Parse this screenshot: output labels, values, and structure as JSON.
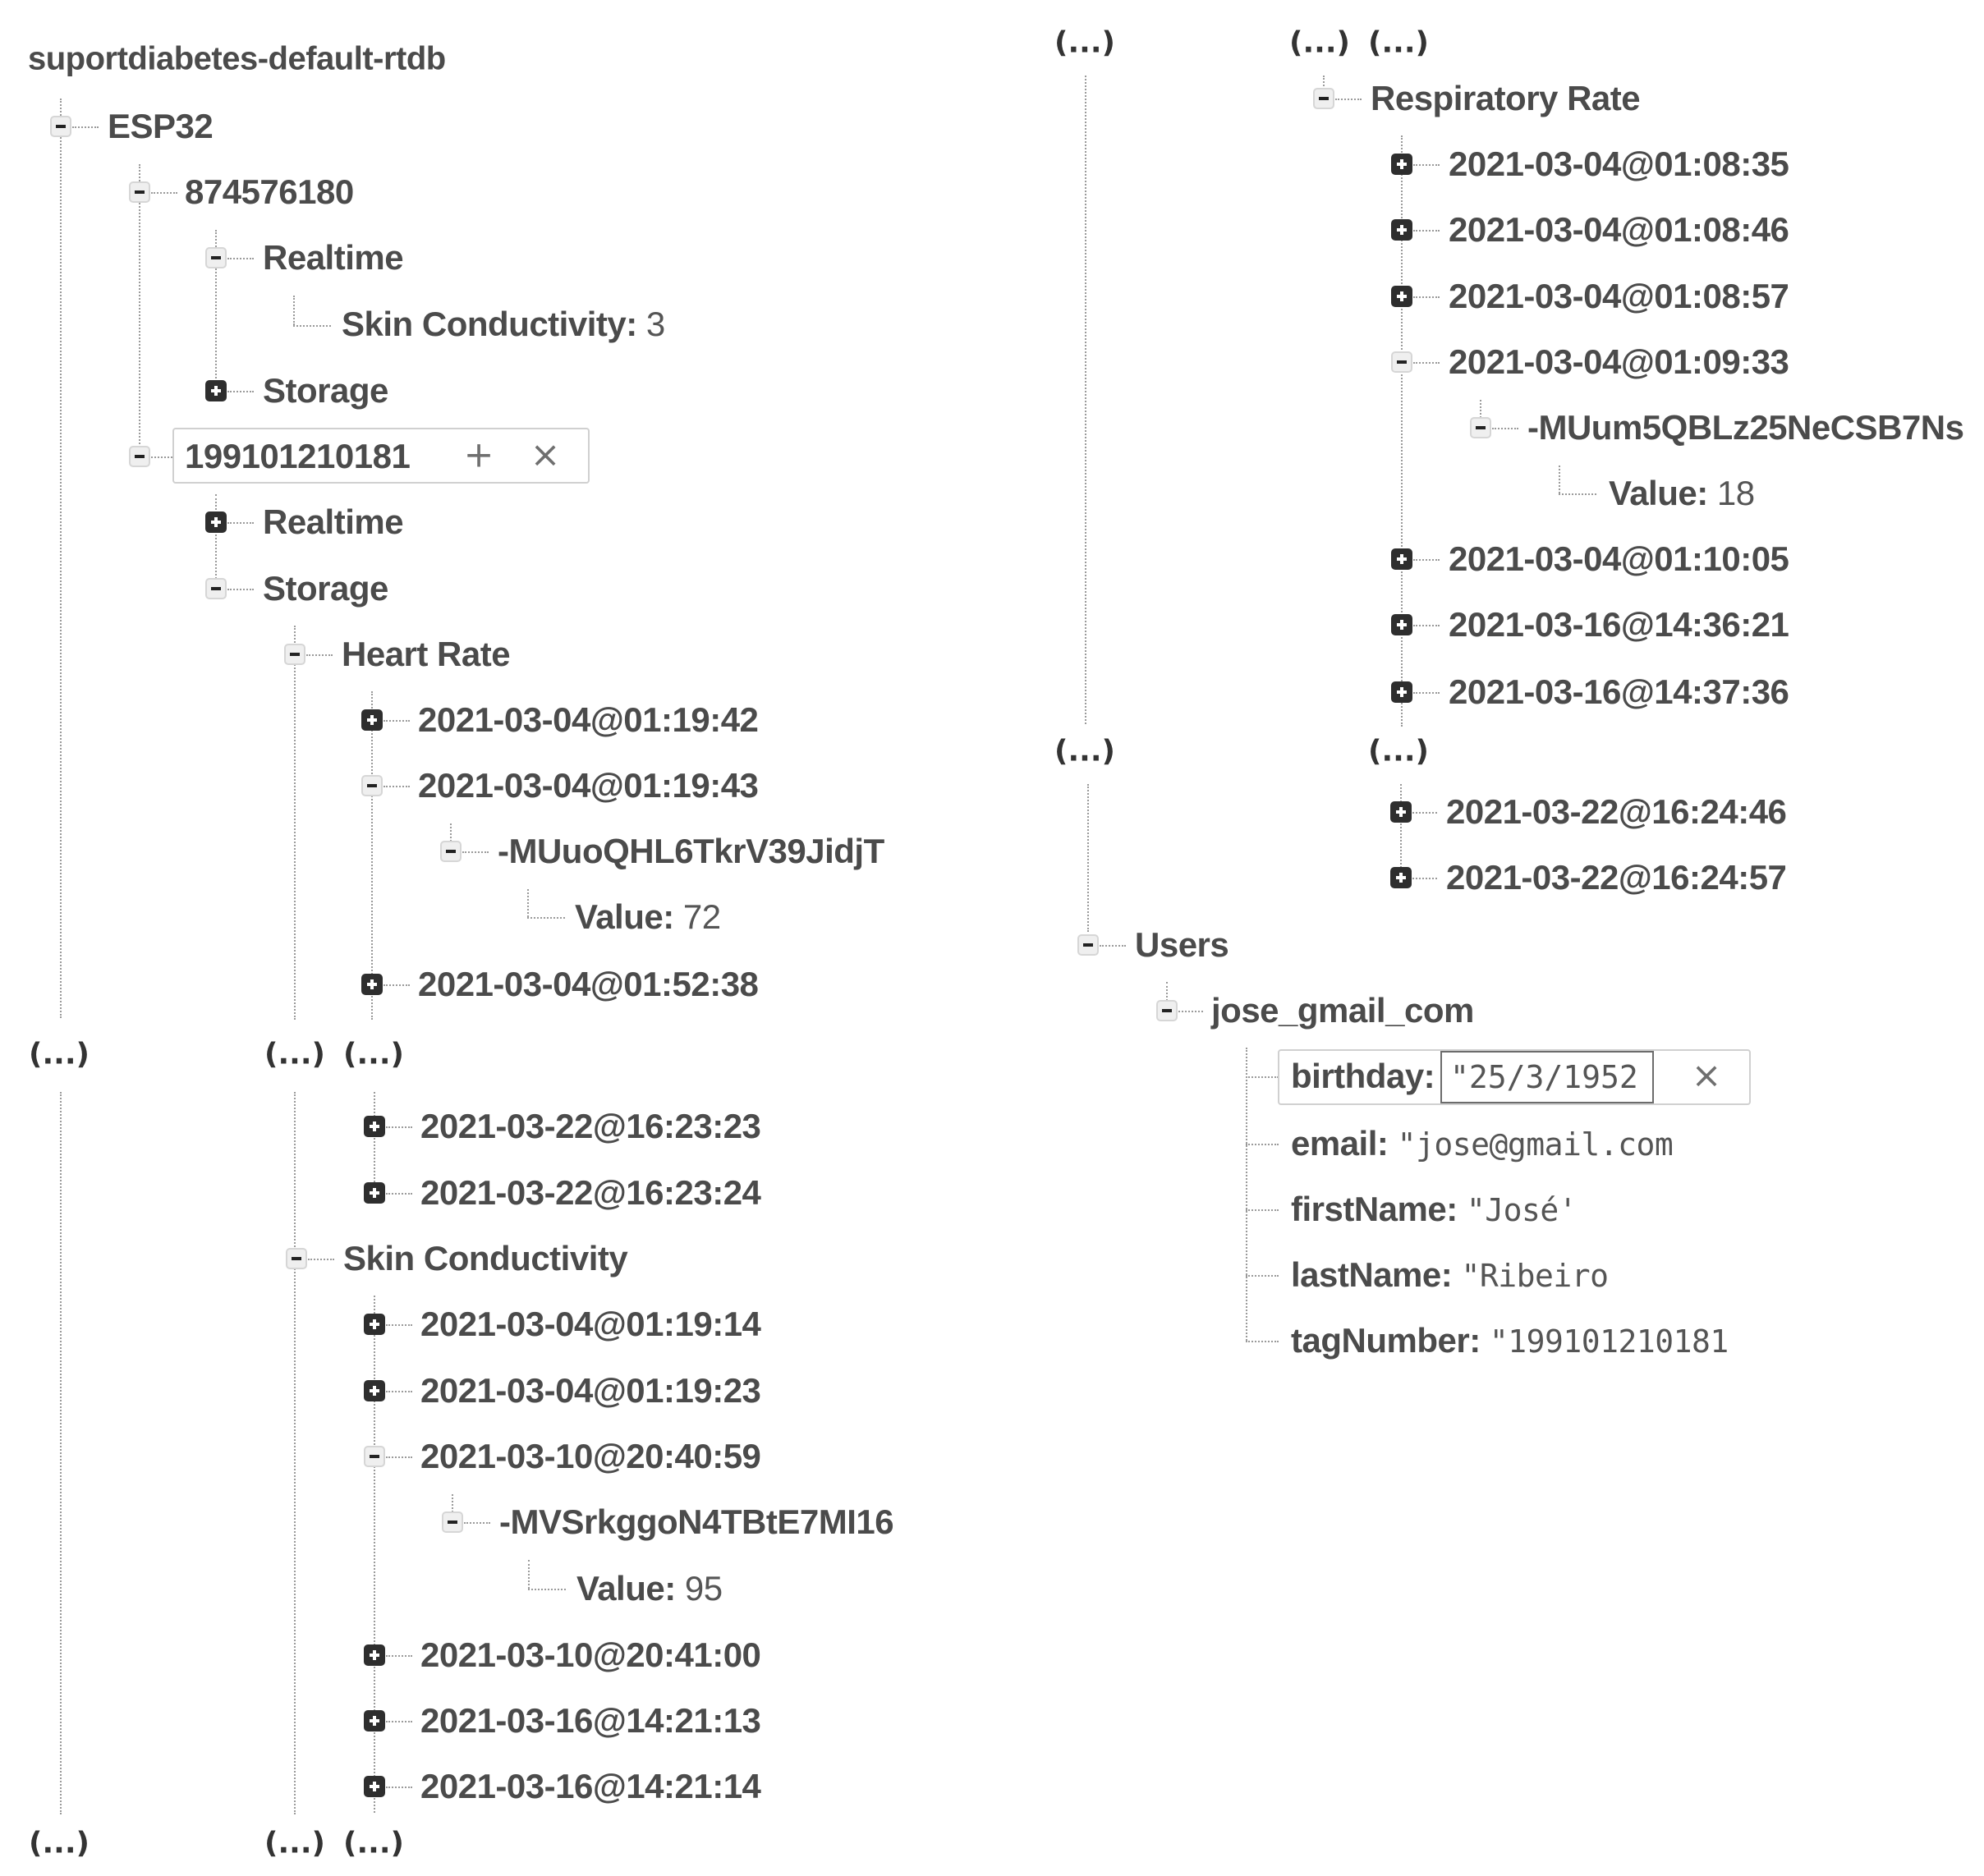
{
  "root": {
    "title": "suportdiabetes-default-rtdb"
  },
  "ellipsis": "(...)",
  "left": {
    "esp32": "ESP32",
    "device1": {
      "id": "874576180",
      "realtime": "Realtime",
      "skin_key": "Skin Conductivity:",
      "skin_value": "3",
      "storage": "Storage"
    },
    "device2": {
      "id": "199101210181",
      "add_icon": "+",
      "remove_icon": "×",
      "realtime": "Realtime",
      "storage": "Storage",
      "heart_rate": {
        "label": "Heart Rate",
        "items_top": [
          "2021-03-04@01:19:42",
          "2021-03-04@01:19:43",
          "2021-03-04@01:52:38"
        ],
        "push_id": "-MUuoQHL6TkrV39JidjT",
        "value_key": "Value:",
        "value": "72",
        "items_bottom": [
          "2021-03-22@16:23:23",
          "2021-03-22@16:23:24"
        ]
      },
      "skin_conductivity": {
        "label": "Skin Conductivity",
        "items_top": [
          "2021-03-04@01:19:14",
          "2021-03-04@01:19:23",
          "2021-03-10@20:40:59"
        ],
        "push_id": "-MVSrkggoN4TBtE7MI16",
        "value_key": "Value:",
        "value": "95",
        "items_bottom": [
          "2021-03-10@20:41:00",
          "2021-03-16@14:21:13",
          "2021-03-16@14:21:14"
        ]
      }
    }
  },
  "right": {
    "respiratory_rate": {
      "label": "Respiratory Rate",
      "items_top": [
        "2021-03-04@01:08:35",
        "2021-03-04@01:08:46",
        "2021-03-04@01:08:57",
        "2021-03-04@01:09:33"
      ],
      "push_id": "-MUum5QBLz25NeCSB7Ns",
      "value_key": "Value:",
      "value": "18",
      "items_mid": [
        "2021-03-04@01:10:05",
        "2021-03-16@14:36:21",
        "2021-03-16@14:37:36"
      ],
      "items_bottom": [
        "2021-03-22@16:24:46",
        "2021-03-22@16:24:57"
      ]
    },
    "users": {
      "label": "Users",
      "user": {
        "key": "jose_gmail_com",
        "fields": [
          {
            "key": "birthday:",
            "value": "\"25/3/1952"
          },
          {
            "key": "email:",
            "value": "\"jose@gmail.com"
          },
          {
            "key": "firstName:",
            "value": "\"José'"
          },
          {
            "key": "lastName:",
            "value": "\"Ribeiro"
          },
          {
            "key": "tagNumber:",
            "value": "\"199101210181"
          }
        ],
        "clear_icon": "×"
      }
    }
  }
}
